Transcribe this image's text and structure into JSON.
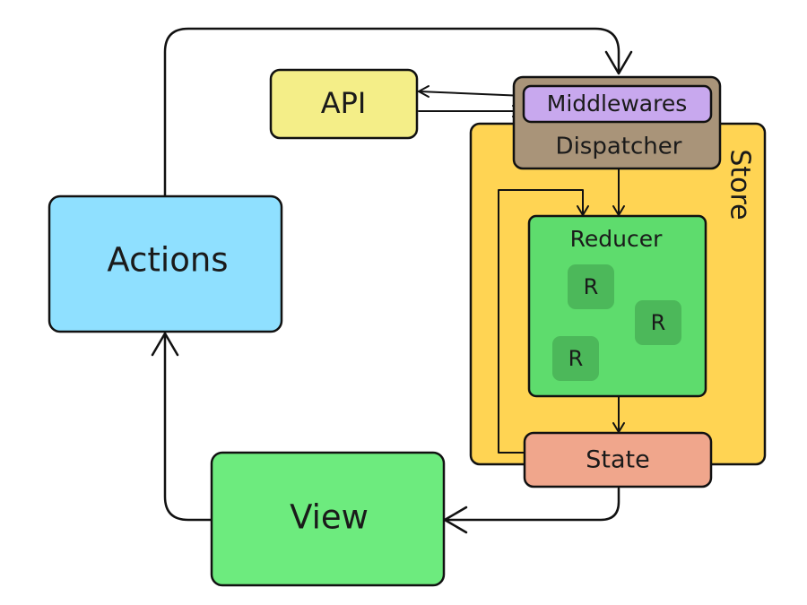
{
  "diagram": {
    "nodes": {
      "actions": "Actions",
      "api": "API",
      "middlewares": "Middlewares",
      "dispatcher": "Dispatcher",
      "store": "Store",
      "reducer": "Reducer",
      "reducer_items": [
        "R",
        "R",
        "R"
      ],
      "state": "State",
      "view": "View"
    },
    "colors": {
      "actions": "#8fe0ff",
      "api": "#f4ee88",
      "middlewares": "#c8a8ee",
      "dispatcher": "#a99479",
      "store": "#ffd453",
      "reducer": "#5edc6d",
      "reducer_item": "#4cb85a",
      "state": "#f0a68c",
      "view": "#6deb7e"
    }
  }
}
